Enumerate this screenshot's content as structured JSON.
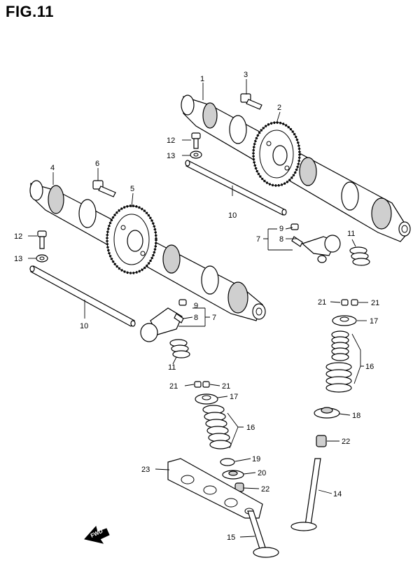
{
  "figure": {
    "title": "FIG.11",
    "fwd_label": "FWD"
  },
  "callouts": [
    {
      "id": "c1",
      "label": "1"
    },
    {
      "id": "c2",
      "label": "2"
    },
    {
      "id": "c3",
      "label": "3"
    },
    {
      "id": "c4",
      "label": "4"
    },
    {
      "id": "c5",
      "label": "5"
    },
    {
      "id": "c6",
      "label": "6"
    },
    {
      "id": "c7a",
      "label": "7"
    },
    {
      "id": "c7b",
      "label": "7"
    },
    {
      "id": "c8a",
      "label": "8"
    },
    {
      "id": "c8b",
      "label": "8"
    },
    {
      "id": "c9a",
      "label": "9"
    },
    {
      "id": "c9b",
      "label": "9"
    },
    {
      "id": "c10a",
      "label": "10"
    },
    {
      "id": "c10b",
      "label": "10"
    },
    {
      "id": "c11a",
      "label": "11"
    },
    {
      "id": "c11b",
      "label": "11"
    },
    {
      "id": "c12a",
      "label": "12"
    },
    {
      "id": "c12b",
      "label": "12"
    },
    {
      "id": "c13a",
      "label": "13"
    },
    {
      "id": "c13b",
      "label": "13"
    },
    {
      "id": "c14",
      "label": "14"
    },
    {
      "id": "c15",
      "label": "15"
    },
    {
      "id": "c16a",
      "label": "16"
    },
    {
      "id": "c16b",
      "label": "16"
    },
    {
      "id": "c17a",
      "label": "17"
    },
    {
      "id": "c17b",
      "label": "17"
    },
    {
      "id": "c18",
      "label": "18"
    },
    {
      "id": "c19",
      "label": "19"
    },
    {
      "id": "c20",
      "label": "20"
    },
    {
      "id": "c21a",
      "label": "21"
    },
    {
      "id": "c21b",
      "label": "21"
    },
    {
      "id": "c21c",
      "label": "21"
    },
    {
      "id": "c21d",
      "label": "21"
    },
    {
      "id": "c22a",
      "label": "22"
    },
    {
      "id": "c22b",
      "label": "22"
    },
    {
      "id": "c23",
      "label": "23"
    }
  ]
}
